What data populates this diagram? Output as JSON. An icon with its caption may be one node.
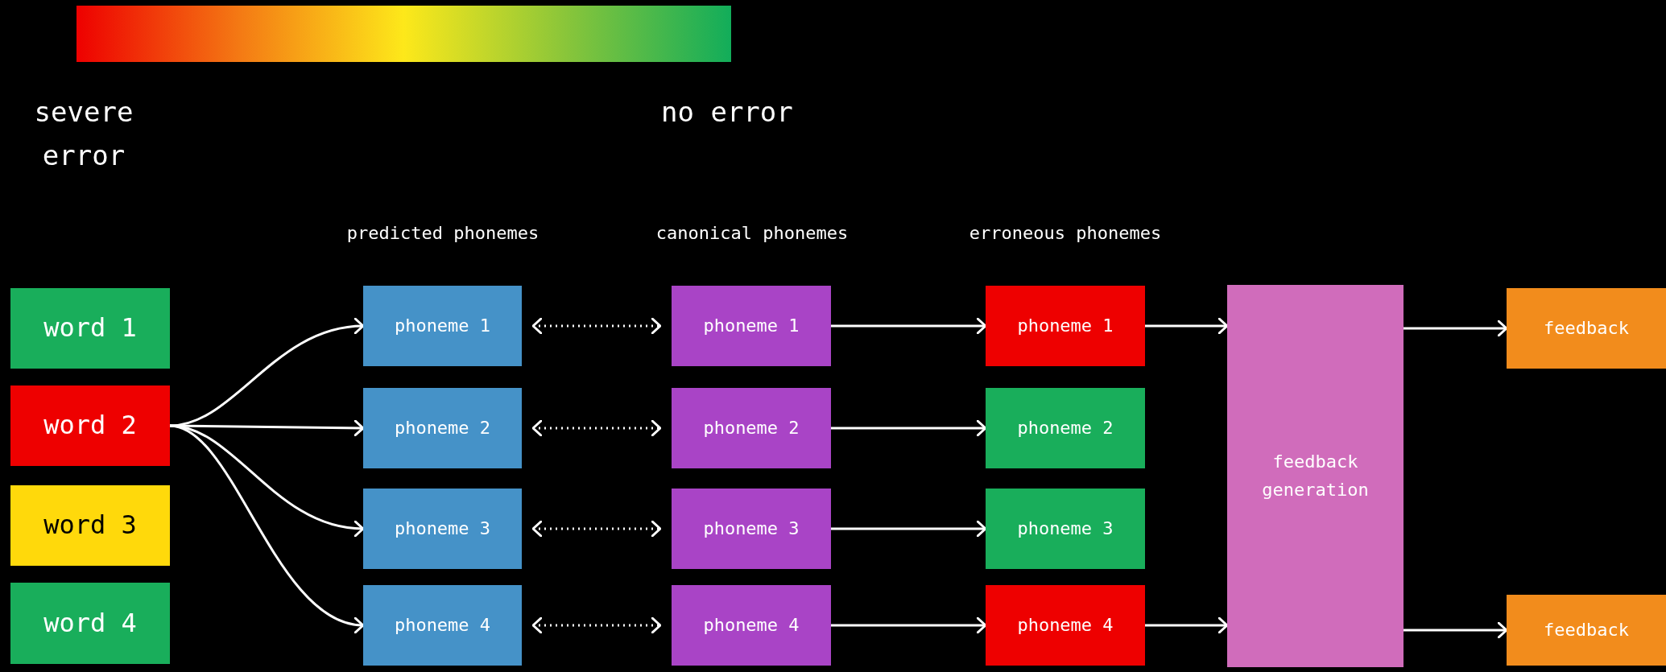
{
  "diagram": {
    "nodes": [
      {
        "text": [
          "word 1"
        ]
      },
      {
        "text": [
          "word 2"
        ]
      },
      {
        "text": [
          "word 3"
        ]
      },
      {
        "text": [
          "word 4"
        ]
      },
      {
        "text": [
          "phoneme 1"
        ]
      },
      {
        "text": [
          "phoneme 2"
        ]
      },
      {
        "text": [
          "phoneme 3"
        ]
      },
      {
        "text": [
          "phoneme 4"
        ]
      },
      {
        "text": [
          "phoneme 1"
        ]
      },
      {
        "text": [
          "phoneme 2"
        ]
      },
      {
        "text": [
          "phoneme 3"
        ]
      },
      {
        "text": [
          "phoneme 4"
        ]
      },
      {
        "text": [
          "phoneme 1"
        ]
      },
      {
        "text": [
          "phoneme 2"
        ]
      },
      {
        "text": [
          "phoneme 3"
        ]
      },
      {
        "text": [
          "phoneme 4"
        ]
      },
      {
        "text": [
          "feedback generation"
        ]
      },
      {
        "text": [
          "feedback"
        ]
      },
      {
        "text": [
          "feedback"
        ]
      },
      {
        "text": [],
        "shape": "bar"
      }
    ],
    "edges": [
      {
        "from": 1,
        "to": 4,
        "arrow": "to"
      },
      {
        "from": 1,
        "to": 5,
        "arrow": "to"
      },
      {
        "from": 1,
        "to": 6,
        "arrow": "to"
      },
      {
        "from": 1,
        "to": 7,
        "arrow": "to"
      },
      {
        "from": 4,
        "to": 8,
        "arrow": "both",
        "style": "dashed"
      },
      {
        "from": 5,
        "to": 9,
        "arrow": "both",
        "style": "dashed"
      },
      {
        "from": 6,
        "to": 10,
        "arrow": "both",
        "style": "dashed"
      },
      {
        "from": 7,
        "to": 11,
        "arrow": "both",
        "style": "dashed"
      },
      {
        "from": 8,
        "to": 12,
        "arrow": "to"
      },
      {
        "from": 9,
        "to": 13,
        "arrow": "to"
      },
      {
        "from": 10,
        "to": 14,
        "arrow": "to"
      },
      {
        "from": 11,
        "to": 15,
        "arrow": "to"
      },
      {
        "from": 12,
        "to": 16,
        "arrow": "to"
      },
      {
        "from": 15,
        "to": 16,
        "arrow": "to"
      },
      {
        "from": 16,
        "to": 17,
        "arrow": "to"
      },
      {
        "from": 16,
        "to": 18,
        "arrow": "to"
      }
    ],
    "labels": [
      "severe error",
      "no error",
      "predicted phonemes",
      "canonical phonemes",
      "erroneous phonemes"
    ]
  }
}
